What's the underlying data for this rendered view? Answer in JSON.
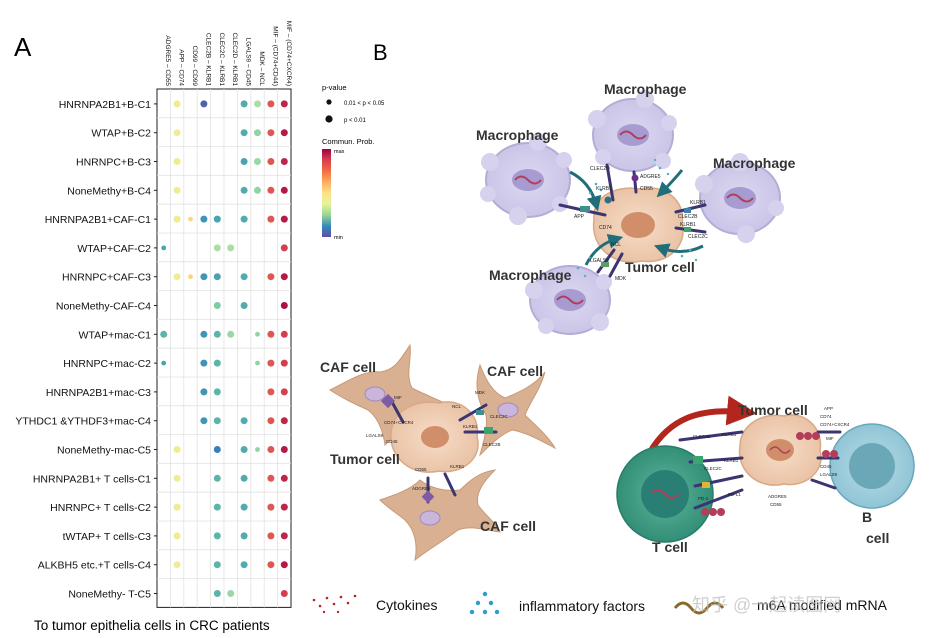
{
  "panel_a": {
    "label": "A",
    "columns": [
      "ADGRE5 – CD55",
      "APP – CD74",
      "CD99 – CD99",
      "CLEC2B – KLRB1",
      "CLEC2C – KLRB1",
      "CLEC2D – KLRB1",
      "LGALS9 – CD45",
      "MDK – NCL",
      "MIF – (CD74+CD44)",
      "MIF – (CD74+CXCR4)"
    ],
    "rows": [
      "HNRNPA2B1+B-C1",
      "WTAP+B-C2",
      "HNRNPC+B-C3",
      "NoneMethy+B-C4",
      "HNRNPA2B1+CAF-C1",
      "WTAP+CAF-C2",
      "HNRNPC+CAF-C3",
      "NoneMethy-CAF-C4",
      "WTAP+mac-C1",
      "HNRNPC+mac-C2",
      "HNRNPA2B1+mac-C3",
      "YTHDC1 &YTHDF3+mac-C4",
      "NoneMethy-mac-C5",
      "HNRNPA2B1+ T cells-C1",
      "HNRNPC+ T cells-C2",
      "tWTAP+ T cells-C3",
      "ALKBH5 etc.+T cells-C4",
      "NoneMethy- T-C5"
    ],
    "caption": "To tumor epithelia cells in CRC patients",
    "pvalue_legend": {
      "title": "p-value",
      "items": [
        "0.01 < p < 0.05",
        "p < 0.01"
      ]
    },
    "colorbar": {
      "title": "Commun. Prob.",
      "max": "max",
      "min": "min"
    }
  },
  "panel_b": {
    "label": "B",
    "top": {
      "macrophages": [
        "Macrophage",
        "Macrophage",
        "Macrophage",
        "Macrophage"
      ],
      "tumor": "Tumor cell",
      "genes": [
        "CLEC2D",
        "KLRB1",
        "ADGRE5",
        "CD55",
        "KLRB1",
        "CLEC2B",
        "CLEC2C",
        "KLRB1",
        "APP",
        "CD74",
        "NCL",
        "MDK",
        "LGALS9"
      ]
    },
    "left": {
      "caf": [
        "CAF cell",
        "CAF cell",
        "CAF cell"
      ],
      "tumor": "Tumor cell",
      "genes": [
        "MIF",
        "CD74+CXCR4",
        "CD45",
        "LGALS9",
        "MDK",
        "NCL",
        "CLEC2C",
        "KLRB1",
        "CLEC2B",
        "CD55",
        "ADGRE5",
        "KLRB1"
      ]
    },
    "right": {
      "tumor": "Tumor cell",
      "tcell": "T cell",
      "bcell": [
        "B",
        "cell"
      ],
      "genes": [
        "CLEC2B",
        "KLRB1",
        "CLEC2C",
        "KLRB1",
        "PD-1",
        "PD-L1",
        "MIF",
        "CD74+CXCR4",
        "CD45",
        "LGALS9",
        "APP",
        "CD74",
        "ADGRE5",
        "CD55"
      ]
    },
    "legend": {
      "cytokines": "Cytokines",
      "inflammatory": "inflammatory factors",
      "rna": "m6A modified mRNA"
    }
  },
  "watermark": "知乎 @一起读图网",
  "chart_data": {
    "type": "bubble-heatmap",
    "title": "",
    "xlabel": "",
    "ylabel": "",
    "x": [
      "ADGRE5 – CD55",
      "APP – CD74",
      "CD99 – CD99",
      "CLEC2B – KLRB1",
      "CLEC2C – KLRB1",
      "CLEC2D – KLRB1",
      "LGALS9 – CD45",
      "MDK – NCL",
      "MIF – (CD74+CD44)",
      "MIF – (CD74+CXCR4)"
    ],
    "y": [
      "HNRNPA2B1+B-C1",
      "WTAP+B-C2",
      "HNRNPC+B-C3",
      "NoneMethy+B-C4",
      "HNRNPA2B1+CAF-C1",
      "WTAP+CAF-C2",
      "HNRNPC+CAF-C3",
      "NoneMethy-CAF-C4",
      "WTAP+mac-C1",
      "HNRNPC+mac-C2",
      "HNRNPA2B1+mac-C3",
      "YTHDC1 &YTHDF3+mac-C4",
      "NoneMethy-mac-C5",
      "HNRNPA2B1+ T cells-C1",
      "HNRNPC+ T cells-C2",
      "tWTAP+ T cells-C3",
      "ALKBH5 etc.+T cells-C4",
      "NoneMethy- T-C5"
    ],
    "colorscale": "Spectral (min = blue, max = red)",
    "points": [
      {
        "row": 0,
        "col": 1,
        "prob": 0.55,
        "p": "<0.01"
      },
      {
        "row": 0,
        "col": 3,
        "prob": 0.04,
        "p": "<0.01"
      },
      {
        "row": 0,
        "col": 6,
        "prob": 0.2,
        "p": "<0.01"
      },
      {
        "row": 0,
        "col": 7,
        "prob": 0.38,
        "p": "<0.01"
      },
      {
        "row": 0,
        "col": 8,
        "prob": 0.85,
        "p": "<0.01"
      },
      {
        "row": 0,
        "col": 9,
        "prob": 0.93,
        "p": "<0.01"
      },
      {
        "row": 1,
        "col": 1,
        "prob": 0.55,
        "p": "<0.01"
      },
      {
        "row": 1,
        "col": 6,
        "prob": 0.2,
        "p": "<0.01"
      },
      {
        "row": 1,
        "col": 7,
        "prob": 0.33,
        "p": "<0.01"
      },
      {
        "row": 1,
        "col": 8,
        "prob": 0.85,
        "p": "<0.01"
      },
      {
        "row": 1,
        "col": 9,
        "prob": 0.95,
        "p": "<0.01"
      },
      {
        "row": 2,
        "col": 1,
        "prob": 0.55,
        "p": "<0.01"
      },
      {
        "row": 2,
        "col": 6,
        "prob": 0.18,
        "p": "<0.01"
      },
      {
        "row": 2,
        "col": 7,
        "prob": 0.35,
        "p": "<0.01"
      },
      {
        "row": 2,
        "col": 8,
        "prob": 0.85,
        "p": "<0.01"
      },
      {
        "row": 2,
        "col": 9,
        "prob": 0.93,
        "p": "<0.01"
      },
      {
        "row": 3,
        "col": 1,
        "prob": 0.55,
        "p": "<0.01"
      },
      {
        "row": 3,
        "col": 6,
        "prob": 0.2,
        "p": "<0.01"
      },
      {
        "row": 3,
        "col": 7,
        "prob": 0.33,
        "p": "<0.01"
      },
      {
        "row": 3,
        "col": 8,
        "prob": 0.85,
        "p": "<0.01"
      },
      {
        "row": 3,
        "col": 9,
        "prob": 0.95,
        "p": "<0.01"
      },
      {
        "row": 4,
        "col": 1,
        "prob": 0.55,
        "p": "<0.01"
      },
      {
        "row": 4,
        "col": 2,
        "prob": 0.65,
        "p": "<0.05"
      },
      {
        "row": 4,
        "col": 3,
        "prob": 0.15,
        "p": "<0.01"
      },
      {
        "row": 4,
        "col": 4,
        "prob": 0.18,
        "p": "<0.01"
      },
      {
        "row": 4,
        "col": 6,
        "prob": 0.2,
        "p": "<0.01"
      },
      {
        "row": 4,
        "col": 8,
        "prob": 0.85,
        "p": "<0.01"
      },
      {
        "row": 4,
        "col": 9,
        "prob": 0.95,
        "p": "<0.01"
      },
      {
        "row": 5,
        "col": 0,
        "prob": 0.18,
        "p": "<0.05"
      },
      {
        "row": 5,
        "col": 4,
        "prob": 0.38,
        "p": "<0.01"
      },
      {
        "row": 5,
        "col": 5,
        "prob": 0.38,
        "p": "<0.01"
      },
      {
        "row": 5,
        "col": 9,
        "prob": 0.88,
        "p": "<0.01"
      },
      {
        "row": 6,
        "col": 1,
        "prob": 0.55,
        "p": "<0.01"
      },
      {
        "row": 6,
        "col": 2,
        "prob": 0.65,
        "p": "<0.05"
      },
      {
        "row": 6,
        "col": 3,
        "prob": 0.15,
        "p": "<0.01"
      },
      {
        "row": 6,
        "col": 4,
        "prob": 0.18,
        "p": "<0.01"
      },
      {
        "row": 6,
        "col": 6,
        "prob": 0.2,
        "p": "<0.01"
      },
      {
        "row": 6,
        "col": 8,
        "prob": 0.85,
        "p": "<0.01"
      },
      {
        "row": 6,
        "col": 9,
        "prob": 0.95,
        "p": "<0.01"
      },
      {
        "row": 7,
        "col": 4,
        "prob": 0.3,
        "p": "<0.01"
      },
      {
        "row": 7,
        "col": 6,
        "prob": 0.2,
        "p": "<0.01"
      },
      {
        "row": 7,
        "col": 9,
        "prob": 0.97,
        "p": "<0.01"
      },
      {
        "row": 8,
        "col": 0,
        "prob": 0.22,
        "p": "<0.01"
      },
      {
        "row": 8,
        "col": 3,
        "prob": 0.15,
        "p": "<0.01"
      },
      {
        "row": 8,
        "col": 4,
        "prob": 0.22,
        "p": "<0.01"
      },
      {
        "row": 8,
        "col": 5,
        "prob": 0.35,
        "p": "<0.01"
      },
      {
        "row": 8,
        "col": 7,
        "prob": 0.33,
        "p": "<0.05"
      },
      {
        "row": 8,
        "col": 8,
        "prob": 0.85,
        "p": "<0.01"
      },
      {
        "row": 8,
        "col": 9,
        "prob": 0.88,
        "p": "<0.01"
      },
      {
        "row": 9,
        "col": 0,
        "prob": 0.18,
        "p": "<0.05"
      },
      {
        "row": 9,
        "col": 3,
        "prob": 0.15,
        "p": "<0.01"
      },
      {
        "row": 9,
        "col": 4,
        "prob": 0.22,
        "p": "<0.01"
      },
      {
        "row": 9,
        "col": 7,
        "prob": 0.33,
        "p": "<0.05"
      },
      {
        "row": 9,
        "col": 8,
        "prob": 0.85,
        "p": "<0.01"
      },
      {
        "row": 9,
        "col": 9,
        "prob": 0.88,
        "p": "<0.01"
      },
      {
        "row": 10,
        "col": 3,
        "prob": 0.15,
        "p": "<0.01"
      },
      {
        "row": 10,
        "col": 4,
        "prob": 0.22,
        "p": "<0.01"
      },
      {
        "row": 10,
        "col": 8,
        "prob": 0.85,
        "p": "<0.01"
      },
      {
        "row": 10,
        "col": 9,
        "prob": 0.88,
        "p": "<0.01"
      },
      {
        "row": 11,
        "col": 3,
        "prob": 0.15,
        "p": "<0.01"
      },
      {
        "row": 11,
        "col": 4,
        "prob": 0.22,
        "p": "<0.01"
      },
      {
        "row": 11,
        "col": 6,
        "prob": 0.2,
        "p": "<0.01"
      },
      {
        "row": 11,
        "col": 8,
        "prob": 0.85,
        "p": "<0.01"
      },
      {
        "row": 11,
        "col": 9,
        "prob": 0.93,
        "p": "<0.01"
      },
      {
        "row": 12,
        "col": 1,
        "prob": 0.55,
        "p": "<0.01"
      },
      {
        "row": 12,
        "col": 4,
        "prob": 0.1,
        "p": "<0.01"
      },
      {
        "row": 12,
        "col": 6,
        "prob": 0.2,
        "p": "<0.01"
      },
      {
        "row": 12,
        "col": 7,
        "prob": 0.33,
        "p": "<0.05"
      },
      {
        "row": 12,
        "col": 8,
        "prob": 0.85,
        "p": "<0.01"
      },
      {
        "row": 12,
        "col": 9,
        "prob": 0.95,
        "p": "<0.01"
      },
      {
        "row": 13,
        "col": 1,
        "prob": 0.55,
        "p": "<0.01"
      },
      {
        "row": 13,
        "col": 4,
        "prob": 0.22,
        "p": "<0.01"
      },
      {
        "row": 13,
        "col": 6,
        "prob": 0.2,
        "p": "<0.01"
      },
      {
        "row": 13,
        "col": 8,
        "prob": 0.85,
        "p": "<0.01"
      },
      {
        "row": 13,
        "col": 9,
        "prob": 0.93,
        "p": "<0.01"
      },
      {
        "row": 14,
        "col": 1,
        "prob": 0.55,
        "p": "<0.01"
      },
      {
        "row": 14,
        "col": 4,
        "prob": 0.22,
        "p": "<0.01"
      },
      {
        "row": 14,
        "col": 6,
        "prob": 0.2,
        "p": "<0.01"
      },
      {
        "row": 14,
        "col": 8,
        "prob": 0.85,
        "p": "<0.01"
      },
      {
        "row": 14,
        "col": 9,
        "prob": 0.93,
        "p": "<0.01"
      },
      {
        "row": 15,
        "col": 1,
        "prob": 0.55,
        "p": "<0.01"
      },
      {
        "row": 15,
        "col": 4,
        "prob": 0.22,
        "p": "<0.01"
      },
      {
        "row": 15,
        "col": 6,
        "prob": 0.2,
        "p": "<0.01"
      },
      {
        "row": 15,
        "col": 8,
        "prob": 0.85,
        "p": "<0.01"
      },
      {
        "row": 15,
        "col": 9,
        "prob": 0.93,
        "p": "<0.01"
      },
      {
        "row": 16,
        "col": 1,
        "prob": 0.55,
        "p": "<0.01"
      },
      {
        "row": 16,
        "col": 4,
        "prob": 0.22,
        "p": "<0.01"
      },
      {
        "row": 16,
        "col": 6,
        "prob": 0.2,
        "p": "<0.01"
      },
      {
        "row": 16,
        "col": 8,
        "prob": 0.85,
        "p": "<0.01"
      },
      {
        "row": 16,
        "col": 9,
        "prob": 0.95,
        "p": "<0.01"
      },
      {
        "row": 17,
        "col": 4,
        "prob": 0.22,
        "p": "<0.01"
      },
      {
        "row": 17,
        "col": 5,
        "prob": 0.35,
        "p": "<0.01"
      },
      {
        "row": 17,
        "col": 9,
        "prob": 0.88,
        "p": "<0.01"
      }
    ]
  }
}
